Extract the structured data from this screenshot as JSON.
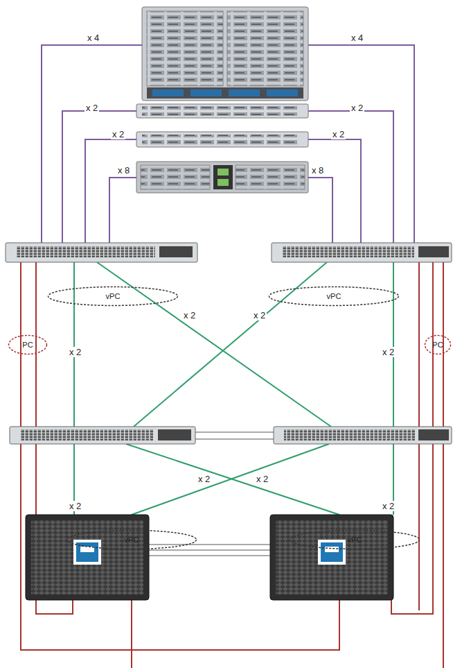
{
  "diagram": {
    "nodes": [
      {
        "text": [
          "vPC"
        ]
      },
      {
        "text": [
          "vPC"
        ]
      },
      {
        "text": [
          "PC"
        ]
      },
      {
        "text": [
          "PC"
        ]
      },
      {
        "text": [
          "vPC"
        ]
      },
      {
        "text": [
          "vPC"
        ]
      }
    ],
    "labels": [
      "x 4",
      "x 4",
      "x 2",
      "x 2",
      "x 2",
      "x 2",
      "x 8",
      "x 8",
      "x 2",
      "x 2",
      "x 2",
      "x 2",
      "x 2",
      "x 2",
      "x 2",
      "x 2"
    ]
  }
}
